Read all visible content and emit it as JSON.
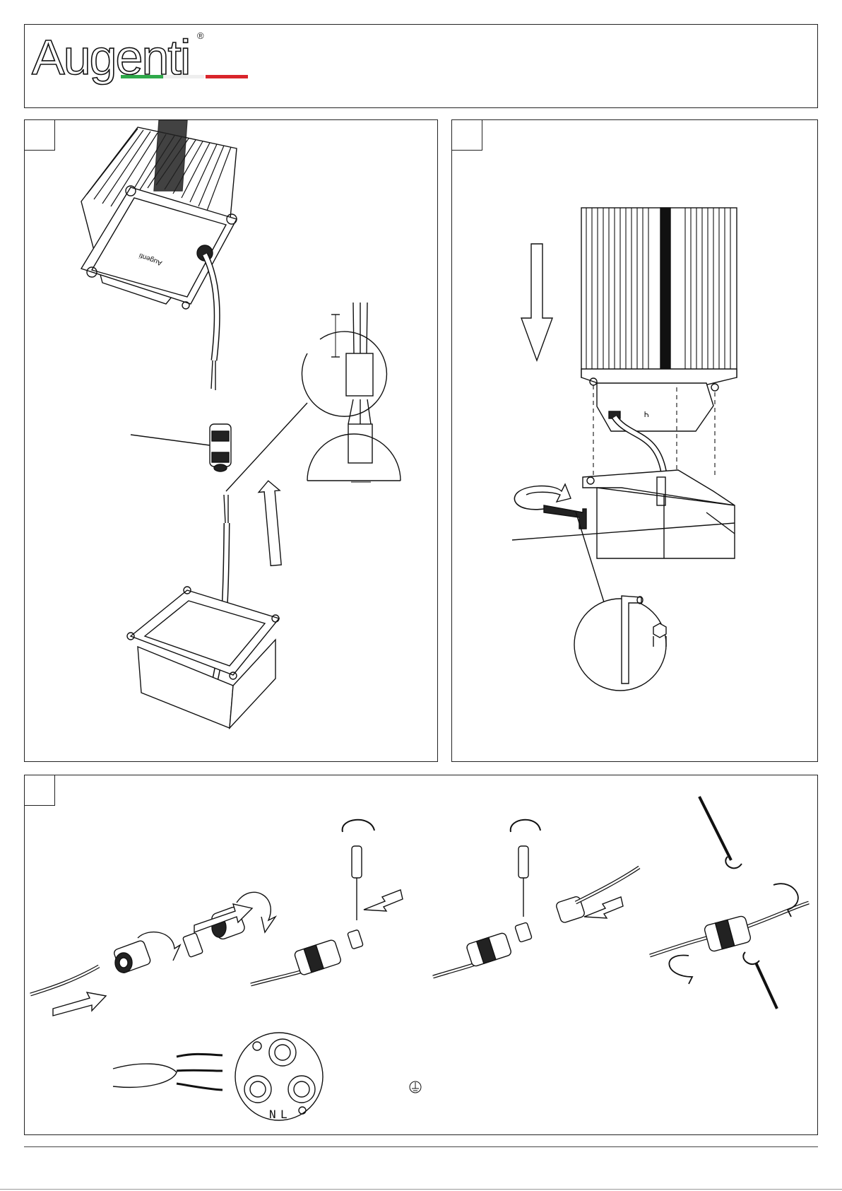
{
  "header": {
    "brand": "Augenti",
    "registered": "®"
  },
  "connector": {
    "neutral": "N",
    "live": "L"
  },
  "icons": {
    "earth": "earth-ground-icon",
    "allen_key": "hex-key-icon"
  },
  "colors": {
    "flag_green": "#2fa94a",
    "flag_white": "#eeeeee",
    "flag_red": "#d9242b"
  }
}
